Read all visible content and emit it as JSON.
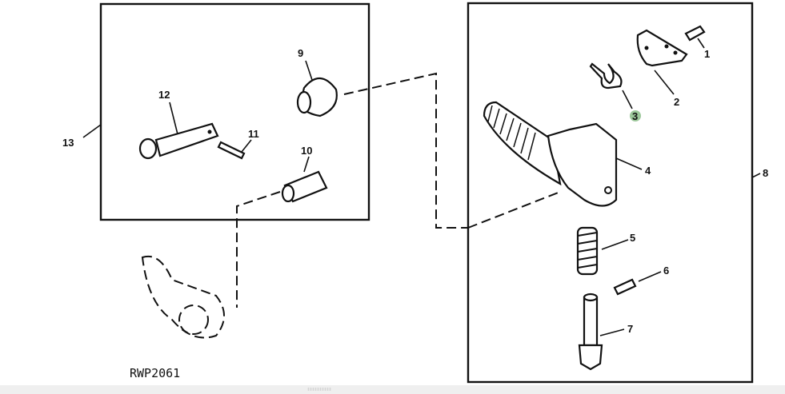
{
  "figure_code": "RWP2061",
  "highlight_color": "#9cc79a",
  "callouts": {
    "c1": "1",
    "c2": "2",
    "c3": "3",
    "c4": "4",
    "c5": "5",
    "c6": "6",
    "c7": "7",
    "c8": "8",
    "c9": "9",
    "c10": "10",
    "c11": "11",
    "c12": "12",
    "c13": "13"
  },
  "highlighted_callout": "3"
}
